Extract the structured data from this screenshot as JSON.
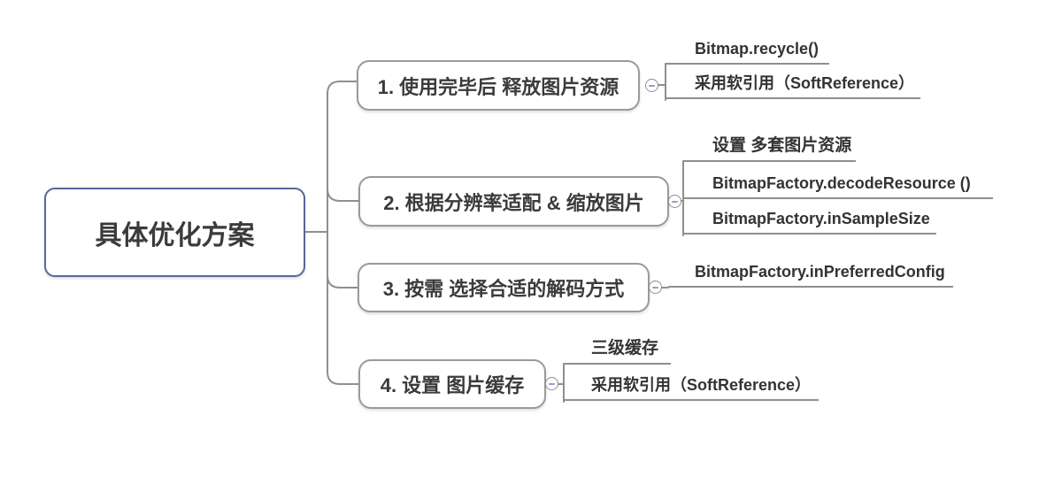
{
  "colors": {
    "root_border": "#56679b",
    "branch_border": "#9a9a9a",
    "connector_line": "#8f8f8f",
    "text": "#3b3b3b",
    "toggle_minus": "#8fa0cc",
    "background": "#ffffff"
  },
  "root": {
    "label": "具体优化方案"
  },
  "branches": [
    {
      "label": "1. 使用完毕后 释放图片资源",
      "toggle": "minus",
      "children": [
        {
          "label": "Bitmap.recycle()"
        },
        {
          "label": "采用软引用（SoftReference）"
        }
      ]
    },
    {
      "label": "2. 根据分辨率适配 & 缩放图片",
      "toggle": "minus",
      "children": [
        {
          "label": "设置 多套图片资源"
        },
        {
          "label": "BitmapFactory.decodeResource ()"
        },
        {
          "label": "BitmapFactory.inSampleSize"
        }
      ]
    },
    {
      "label": "3. 按需 选择合适的解码方式",
      "toggle": "minus",
      "children": [
        {
          "label": "BitmapFactory.inPreferredConfig"
        }
      ]
    },
    {
      "label": "4. 设置 图片缓存",
      "toggle": "minus",
      "children": [
        {
          "label": "三级缓存"
        },
        {
          "label": "采用软引用（SoftReference）"
        }
      ]
    }
  ]
}
